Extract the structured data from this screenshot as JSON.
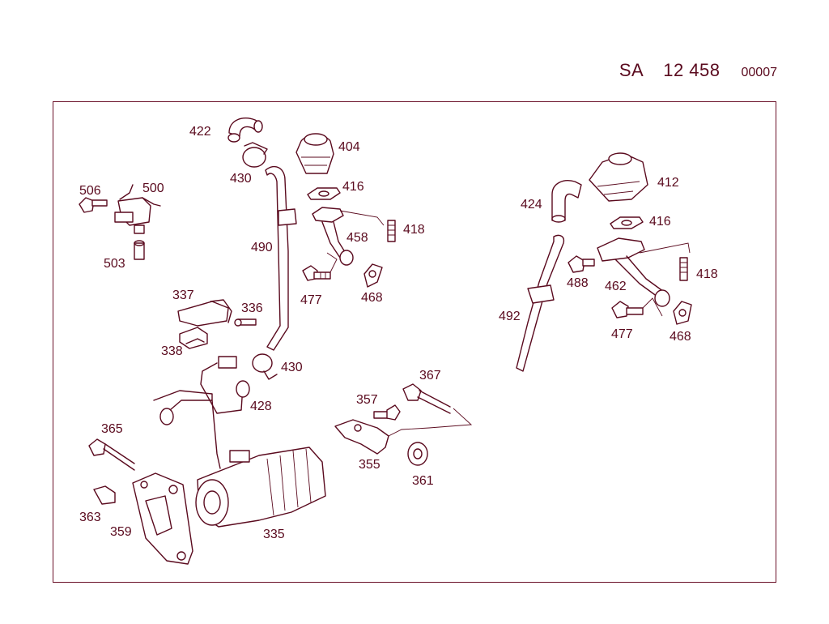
{
  "header": {
    "code": "SA",
    "number": "12 458",
    "sheet": "00007"
  },
  "callouts": [
    {
      "id": "c422",
      "text": "422"
    },
    {
      "id": "c404",
      "text": "404"
    },
    {
      "id": "c430a",
      "text": "430"
    },
    {
      "id": "c416a",
      "text": "416"
    },
    {
      "id": "c506",
      "text": "506"
    },
    {
      "id": "c500",
      "text": "500"
    },
    {
      "id": "c418a",
      "text": "418"
    },
    {
      "id": "c458",
      "text": "458"
    },
    {
      "id": "c490",
      "text": "490"
    },
    {
      "id": "c503",
      "text": "503"
    },
    {
      "id": "c477a",
      "text": "477"
    },
    {
      "id": "c468a",
      "text": "468"
    },
    {
      "id": "c337",
      "text": "337"
    },
    {
      "id": "c336",
      "text": "336"
    },
    {
      "id": "c338",
      "text": "338"
    },
    {
      "id": "c430b",
      "text": "430"
    },
    {
      "id": "c428",
      "text": "428"
    },
    {
      "id": "c365",
      "text": "365"
    },
    {
      "id": "c363",
      "text": "363"
    },
    {
      "id": "c359",
      "text": "359"
    },
    {
      "id": "c335",
      "text": "335"
    },
    {
      "id": "c367",
      "text": "367"
    },
    {
      "id": "c357",
      "text": "357"
    },
    {
      "id": "c355",
      "text": "355"
    },
    {
      "id": "c361",
      "text": "361"
    },
    {
      "id": "c412",
      "text": "412"
    },
    {
      "id": "c424",
      "text": "424"
    },
    {
      "id": "c416b",
      "text": "416"
    },
    {
      "id": "c418b",
      "text": "418"
    },
    {
      "id": "c488",
      "text": "488"
    },
    {
      "id": "c462",
      "text": "462"
    },
    {
      "id": "c492",
      "text": "492"
    },
    {
      "id": "c477b",
      "text": "477"
    },
    {
      "id": "c468b",
      "text": "468"
    }
  ]
}
